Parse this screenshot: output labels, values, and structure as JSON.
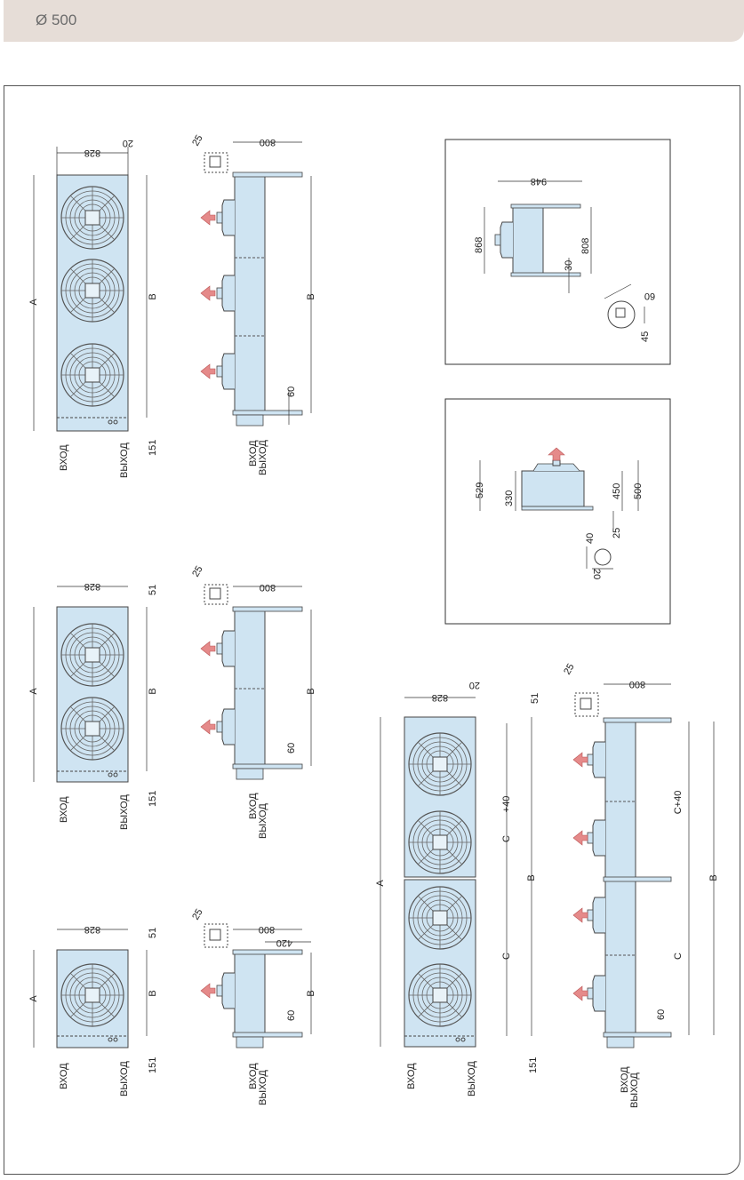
{
  "header": {
    "title": "Ø 500"
  },
  "labels": {
    "vhod": "ВХОД",
    "vyhod": "ВЫХОД",
    "A": "A",
    "B": "B",
    "C": "C",
    "C40": "C+40",
    "plus40": "+40",
    "d828": "828",
    "d20": "20",
    "d51": "51",
    "d151": "151",
    "d25": "25",
    "d800": "800",
    "d420": "420",
    "d60": "60",
    "d948": "948",
    "d868": "868",
    "d808": "808",
    "d30": "30",
    "d45": "45",
    "d529": "529",
    "d330": "330",
    "d450": "450",
    "d500": "500",
    "d40": "40"
  },
  "colors": {
    "unit_fill": "#cfe4f2",
    "arrow": "#e58a8a",
    "line": "#333333",
    "header_bg": "#e6ddd7"
  }
}
